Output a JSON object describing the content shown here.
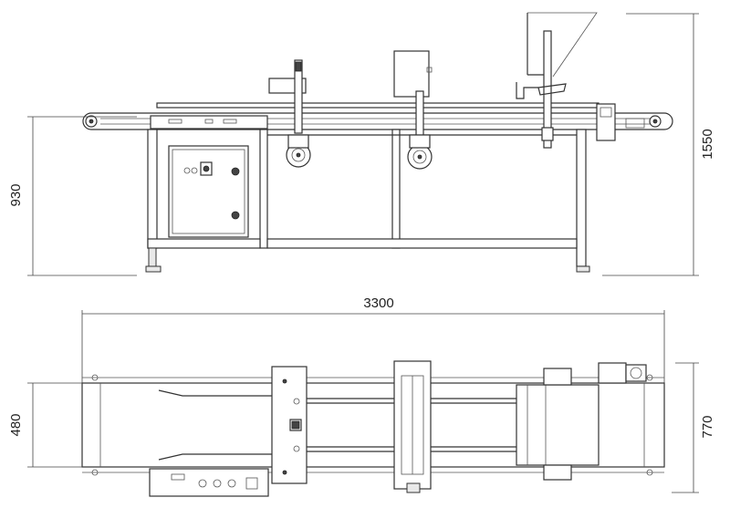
{
  "dimensions": {
    "front_height_frame": "930",
    "front_height_total": "1550",
    "top_length": "3300",
    "top_width_belt": "480",
    "top_width_total": "770"
  }
}
